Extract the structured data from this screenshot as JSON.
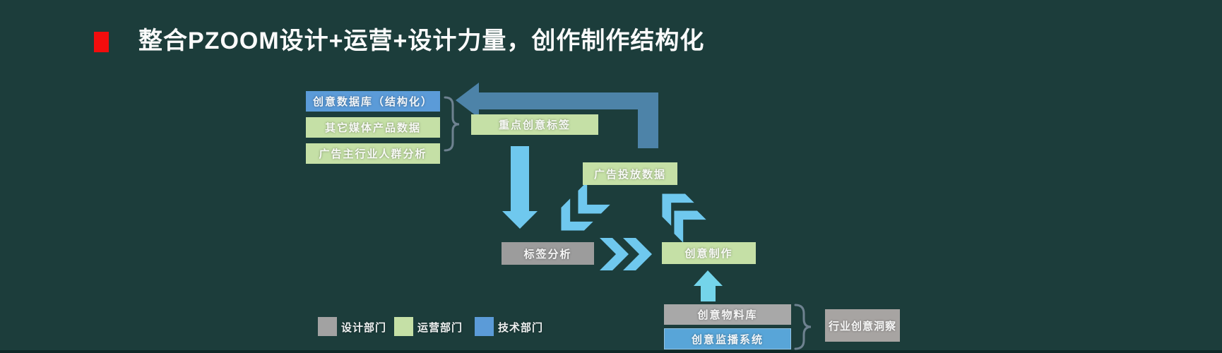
{
  "title": {
    "text": "整合PZOOM设计+运营+设计力量，创作制作结构化"
  },
  "diagram": {
    "nodes": [
      {
        "id": "creative-database",
        "label": "创意数据库（结构化）",
        "department": "技术部门"
      },
      {
        "id": "other-media-product-data",
        "label": "其它媒体产品数据",
        "department": "运营部门"
      },
      {
        "id": "advertiser-industry-audience-analysis",
        "label": "广告主行业人群分析",
        "department": "运营部门"
      },
      {
        "id": "key-creative-tags",
        "label": "重点创意标签",
        "department": "运营部门"
      },
      {
        "id": "ad-delivery-data",
        "label": "广告投放数据",
        "department": "运营部门"
      },
      {
        "id": "tag-analysis",
        "label": "标签分析",
        "department": "设计部门"
      },
      {
        "id": "creative-production",
        "label": "创意制作",
        "department": "运营部门"
      },
      {
        "id": "creative-material-library",
        "label": "创意物料库",
        "department": "设计部门"
      },
      {
        "id": "creative-monitoring-system",
        "label": "创意监播系统",
        "department": "技术部门"
      },
      {
        "id": "industry-creative-insight",
        "label": "行业创意洞察",
        "department": "设计部门"
      }
    ],
    "legend": [
      {
        "label": "设计部门",
        "color": "#a2a2a2"
      },
      {
        "label": "运营部门",
        "color": "#c5e0a6"
      },
      {
        "label": "技术部门",
        "color": "#5aa9dc"
      }
    ],
    "colors": {
      "background": "#1c3d3b",
      "title_bullet": "#f20d0d",
      "feedback_arrow": "#4d83a8",
      "flow_arrow": "#6fc8ee",
      "up_arrow": "#74d4ea",
      "brace": "#6e8290"
    }
  }
}
